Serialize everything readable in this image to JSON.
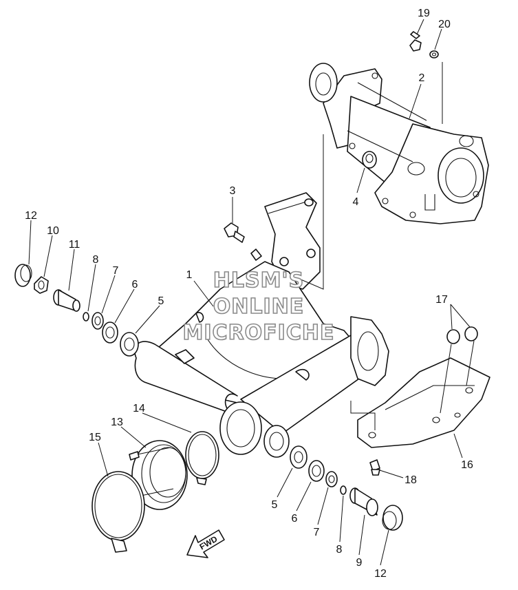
{
  "watermark": [
    "HLSM'S",
    "ONLINE",
    "MICROFICHE"
  ],
  "fwd_label": "FWD",
  "callouts": [
    {
      "id": "19",
      "text": "19"
    },
    {
      "id": "20",
      "text": "20"
    },
    {
      "id": "2",
      "text": "2"
    },
    {
      "id": "4",
      "text": "4"
    },
    {
      "id": "3",
      "text": "3"
    },
    {
      "id": "12a",
      "text": "12"
    },
    {
      "id": "10",
      "text": "10"
    },
    {
      "id": "11",
      "text": "11"
    },
    {
      "id": "8a",
      "text": "8"
    },
    {
      "id": "7a",
      "text": "7"
    },
    {
      "id": "6a",
      "text": "6"
    },
    {
      "id": "5a",
      "text": "5"
    },
    {
      "id": "1",
      "text": "1"
    },
    {
      "id": "17",
      "text": "17"
    },
    {
      "id": "14",
      "text": "14"
    },
    {
      "id": "13",
      "text": "13"
    },
    {
      "id": "15",
      "text": "15"
    },
    {
      "id": "16",
      "text": "16"
    },
    {
      "id": "18",
      "text": "18"
    },
    {
      "id": "5b",
      "text": "5"
    },
    {
      "id": "6b",
      "text": "6"
    },
    {
      "id": "7b",
      "text": "7"
    },
    {
      "id": "8b",
      "text": "8"
    },
    {
      "id": "9",
      "text": "9"
    },
    {
      "id": "12b",
      "text": "12"
    }
  ]
}
